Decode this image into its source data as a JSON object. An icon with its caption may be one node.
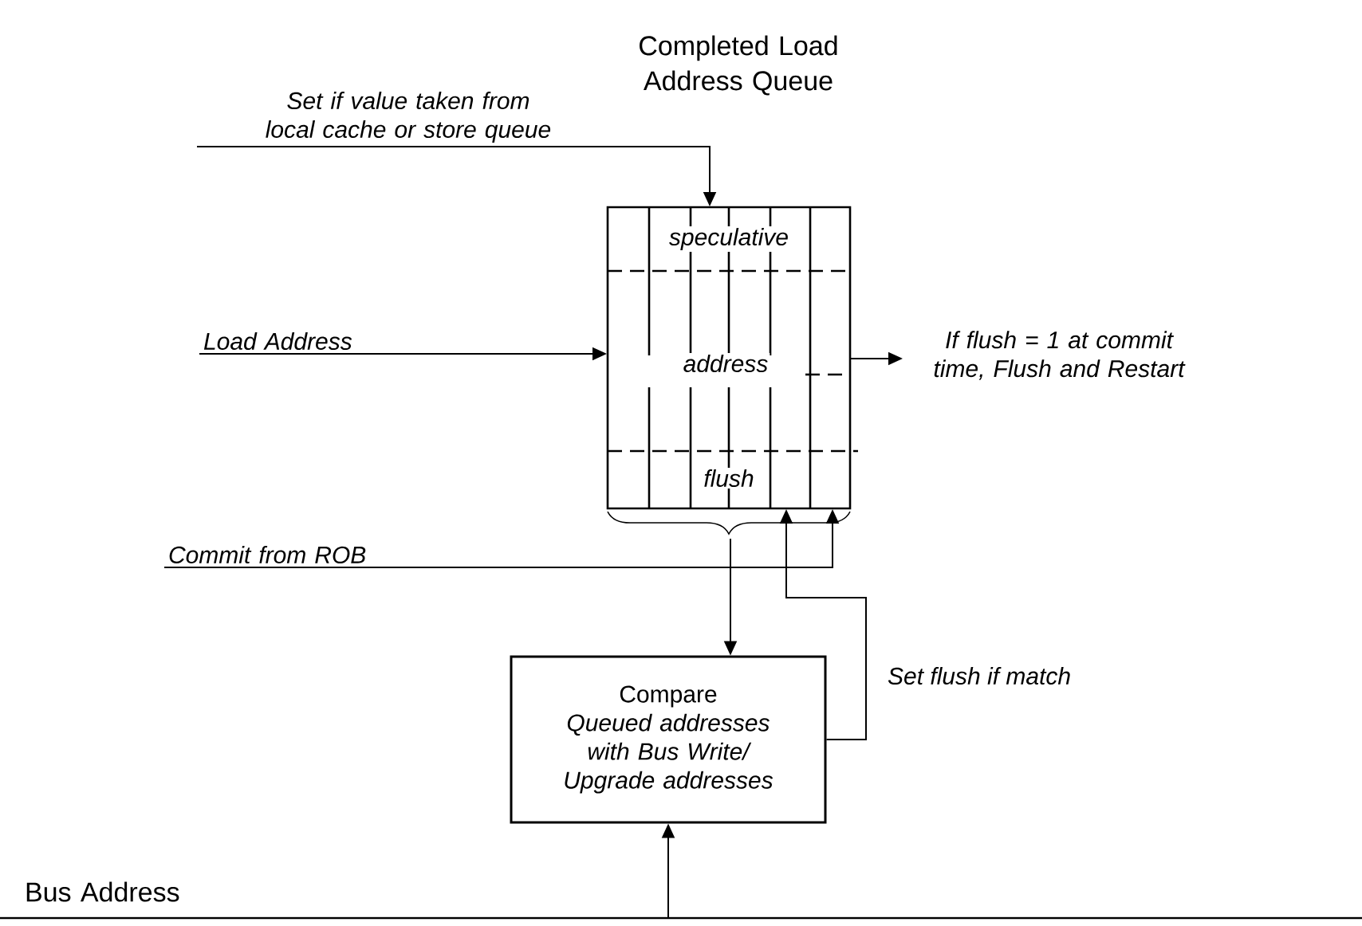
{
  "diagram": {
    "nodes": [
      {
        "text": [
          "Completed Load Address Queue",
          "speculative",
          "address",
          "flush"
        ]
      },
      {
        "text": [
          "Set if value taken from local cache or store queue"
        ]
      },
      {
        "text": [
          "Load Address"
        ]
      },
      {
        "text": [
          "If flush = 1 at commit time, Flush and Restart"
        ]
      },
      {
        "text": [
          "Commit from ROB"
        ]
      },
      {
        "text": [
          "Compare",
          "Queued addresses with Bus Write/ Upgrade addresses"
        ]
      },
      {
        "text": [
          "Bus Address"
        ]
      }
    ],
    "edges": [
      {
        "from": 1,
        "to": 0,
        "arrow": "to"
      },
      {
        "from": 2,
        "to": 0,
        "arrow": "to"
      },
      {
        "from": 0,
        "to": 3,
        "arrow": "to"
      },
      {
        "from": 4,
        "to": 0,
        "arrow": "to"
      },
      {
        "from": 0,
        "to": 5,
        "arrow": "to"
      },
      {
        "from": 5,
        "to": 0,
        "arrow": "to",
        "label": "Set flush if match"
      },
      {
        "from": 6,
        "to": 5,
        "arrow": "to"
      }
    ]
  }
}
